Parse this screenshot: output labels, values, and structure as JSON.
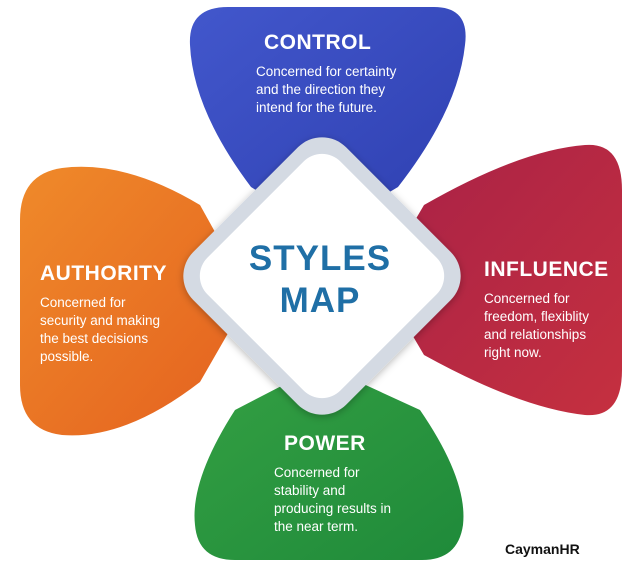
{
  "center": {
    "line1": "STYLES",
    "line2": "MAP"
  },
  "petals": {
    "control": {
      "title": "CONTROL",
      "body": "Concerned for certainty\nand the direction they\nintend for the future.",
      "color": "#3a4fc4"
    },
    "influence": {
      "title": "INFLUENCE",
      "body": "Concerned for\nfreedom, flexiblity\nand relationships\nright now.",
      "color": "#b42a45"
    },
    "authority": {
      "title": "AUTHORITY",
      "body": "Concerned for\nsecurity and making\nthe best decisions\npossible.",
      "color": "#ea7226"
    },
    "power": {
      "title": "POWER",
      "body": "Concerned for\nstability and\nproducing results in\nthe near term.",
      "color": "#2a963e"
    }
  },
  "brand": "CaymanHR"
}
